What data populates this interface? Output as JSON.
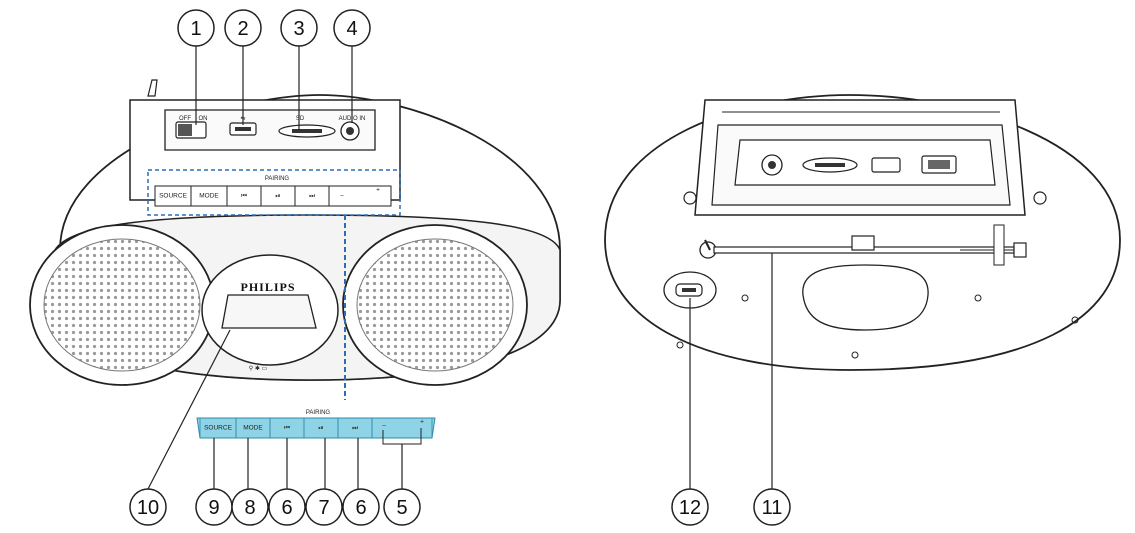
{
  "callouts": {
    "c1": "1",
    "c2": "2",
    "c3": "3",
    "c4": "4",
    "c5": "5",
    "c6a": "6",
    "c6b": "6",
    "c7": "7",
    "c8": "8",
    "c9": "9",
    "c10": "10",
    "c11": "11",
    "c12": "12"
  },
  "front_panel": {
    "off_label": "OFF",
    "on_label": "ON",
    "sd_label": "SD",
    "audio_in_label": "AUDIO IN",
    "pairing_label": "PAIRING",
    "source_label": "SOURCE",
    "mode_label": "MODE",
    "prev_symbol": "⏮",
    "play_symbol": "⏯",
    "next_symbol": "⏭",
    "minus_symbol": "−",
    "plus_symbol": "+",
    "brand": "PHILIPS"
  },
  "zoom_panel": {
    "pairing_label": "PAIRING",
    "source_label": "SOURCE",
    "mode_label": "MODE",
    "prev_symbol": "⏮",
    "play_symbol": "⏯",
    "next_symbol": "⏭",
    "minus_symbol": "−",
    "plus_symbol": "+"
  },
  "colors": {
    "highlight": "#8fd3e6",
    "highlight_dark": "#4fb3cf",
    "dashed_outline": "#2a6fb5",
    "line": "#222222"
  }
}
